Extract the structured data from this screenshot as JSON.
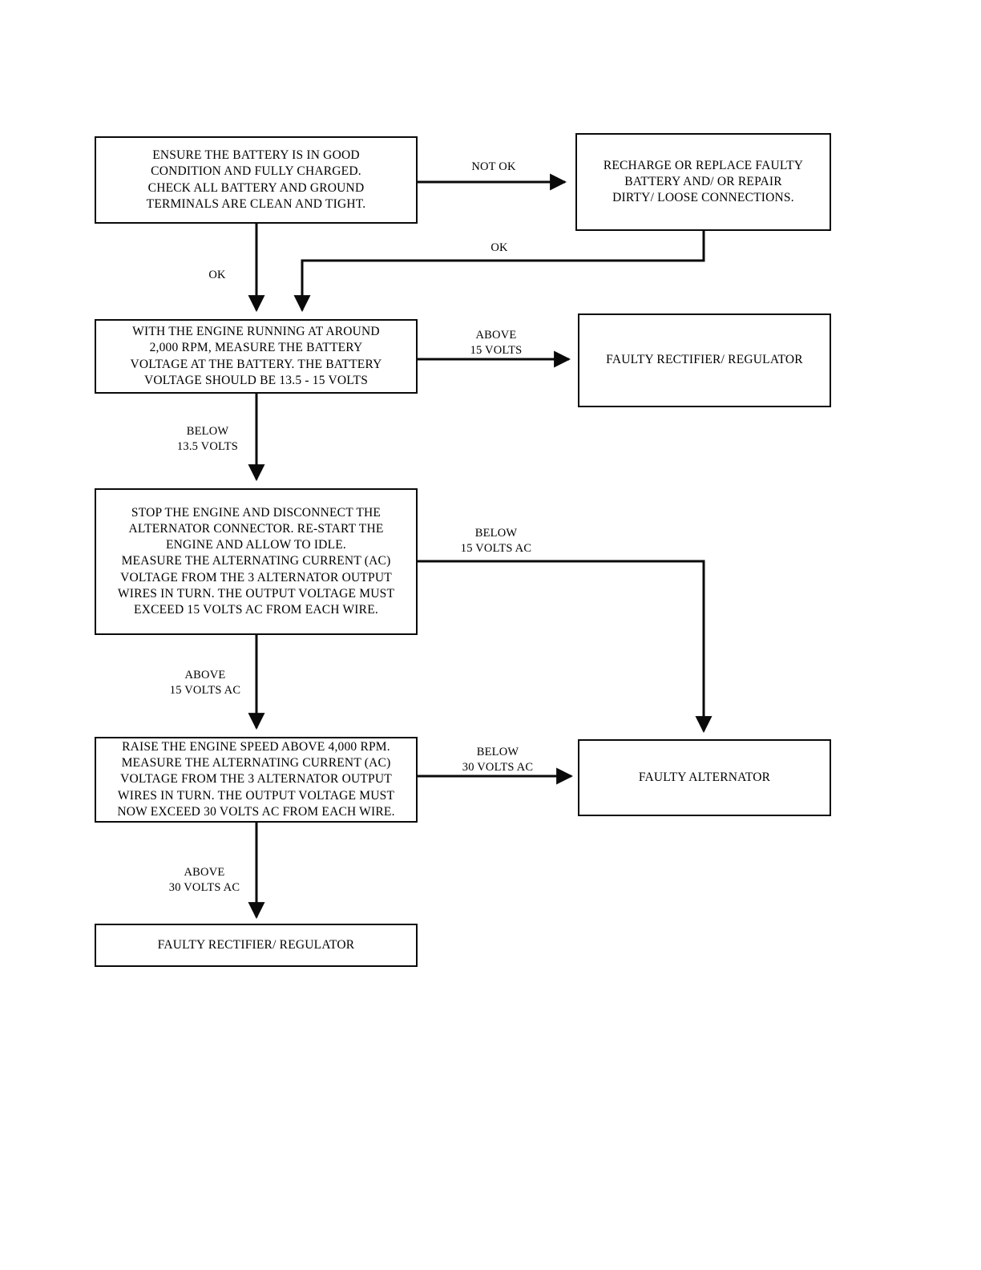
{
  "diagram": {
    "title": "Alternator / Charging System Diagnostic Flowchart",
    "background": "#ffffff",
    "line_color": "#0a0a0a",
    "text_color": "#000000"
  },
  "nodes": {
    "check_battery": {
      "text": "ENSURE THE BATTERY IS IN GOOD\nCONDITION AND FULLY CHARGED.\nCHECK ALL BATTERY AND GROUND\nTERMINALS ARE CLEAN AND TIGHT."
    },
    "recharge_battery": {
      "text": "RECHARGE OR REPLACE FAULTY\nBATTERY AND/ OR REPAIR\nDIRTY/ LOOSE CONNECTIONS."
    },
    "measure_battery_voltage": {
      "text": "WITH THE ENGINE RUNNING AT AROUND\n2,000 RPM, MEASURE THE BATTERY\nVOLTAGE AT THE BATTERY. THE BATTERY\nVOLTAGE SHOULD BE 13.5 -  15 VOLTS"
    },
    "faulty_rectifier_top": {
      "text": "FAULTY RECTIFIER/ REGULATOR"
    },
    "measure_ac_idle": {
      "text": "STOP  THE ENGINE AND DISCONNECT THE\nALTERNATOR CONNECTOR. RE-START THE\nENGINE AND ALLOW TO IDLE.\nMEASURE THE ALTERNATING CURRENT (AC)\nVOLTAGE FROM THE 3 ALTERNATOR OUTPUT\nWIRES IN TURN. THE OUTPUT VOLTAGE MUST\nEXCEED 15  VOLTS AC FROM EACH WIRE."
    },
    "measure_ac_4000": {
      "text": "RAISE THE ENGINE SPEED ABOVE 4,000 RPM.\nMEASURE THE ALTERNATING CURRENT (AC)\nVOLTAGE FROM THE 3 ALTERNATOR OUTPUT\nWIRES IN TURN. THE OUTPUT VOLTAGE MUST\nNOW EXCEED 30  VOLTS AC FROM EACH WIRE."
    },
    "faulty_alternator": {
      "text": "FAULTY ALTERNATOR"
    },
    "faulty_rectifier_bottom": {
      "text": "FAULTY RECTIFIER/ REGULATOR"
    }
  },
  "edge_labels": {
    "not_ok": "NOT OK",
    "ok_down": "OK",
    "ok_return": "OK",
    "above_15_volts": "ABOVE\n15 VOLTS",
    "below_13_5_volts": "BELOW\n13.5 VOLTS",
    "below_15_volts_ac": "BELOW\n15 VOLTS AC",
    "above_15_volts_ac": "ABOVE\n15 VOLTS AC",
    "below_30_volts_ac": "BELOW\n30 VOLTS AC",
    "above_30_volts_ac": "ABOVE\n30 VOLTS AC"
  }
}
